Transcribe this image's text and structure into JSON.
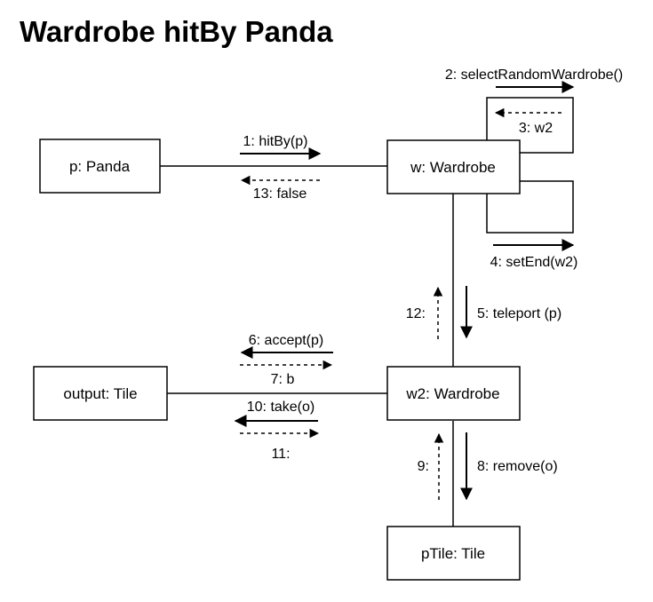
{
  "title": "Wardrobe hitBy Panda",
  "objects": {
    "panda": "p: Panda",
    "wardrobe": "w: Wardrobe",
    "output_tile": "output: Tile",
    "wardrobe2": "w2: Wardrobe",
    "ptile": "pTile: Tile"
  },
  "messages": {
    "m1": "1: hitBy(p)",
    "m2": "2: selectRandomWardrobe()",
    "m3": "3: w2",
    "m4": "4: setEnd(w2)",
    "m5": "5: teleport (p)",
    "m6": "6: accept(p)",
    "m7": "7: b",
    "m8": "8: remove(o)",
    "m9": "9:",
    "m10": "10: take(o)",
    "m11": "11:",
    "m12": "12:",
    "m13": "13: false"
  }
}
